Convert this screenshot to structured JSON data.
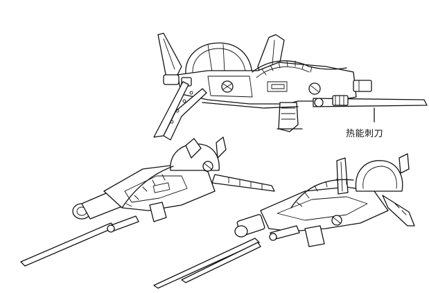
{
  "callout": {
    "label": "热能刺刀"
  },
  "views": [
    "weapon-side-view",
    "weapon-front-left-view",
    "weapon-front-right-view"
  ]
}
